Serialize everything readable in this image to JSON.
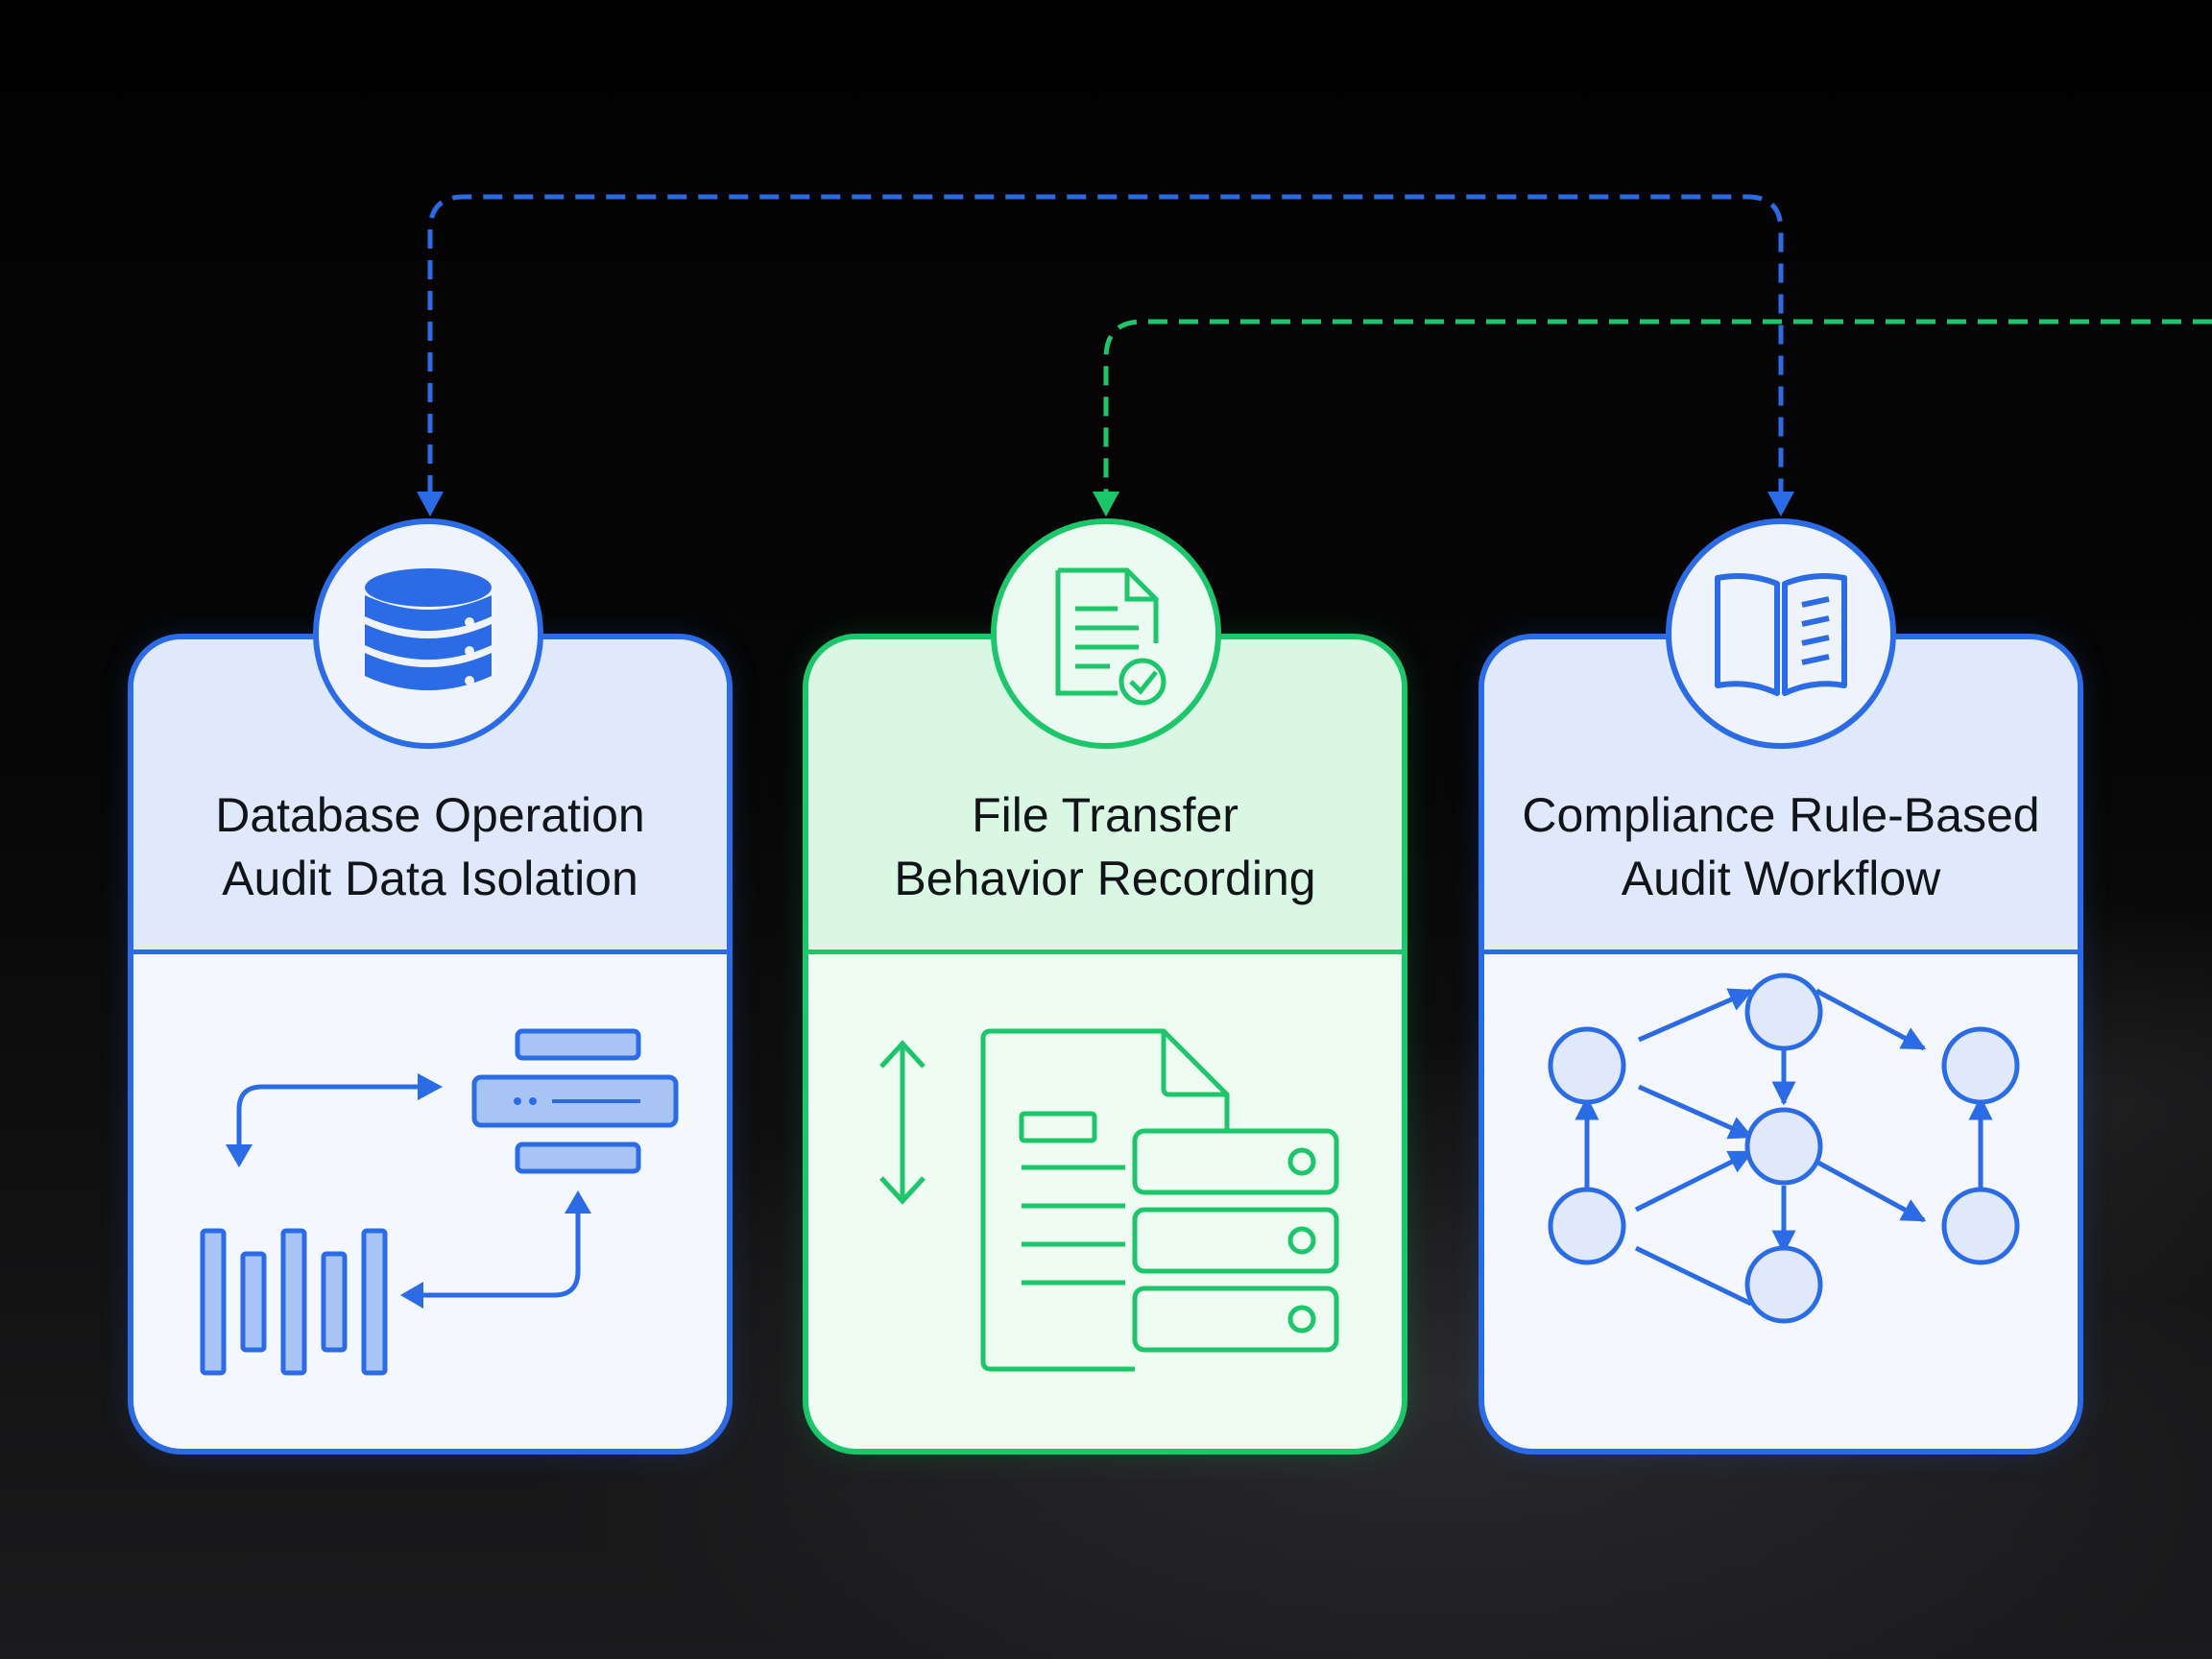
{
  "colors": {
    "blue": "#2c6be6",
    "green": "#1dc66b",
    "blue_fill": "#dfe9fb",
    "green_fill": "#d9f7e3"
  },
  "cards": [
    {
      "title_line1": "Database Operation",
      "title_line2": "Audit Data Isolation",
      "badge_icon": "database-icon",
      "body_icon": "data-isolation-flow-icon",
      "accent": "blue"
    },
    {
      "title_line1": "File Transfer",
      "title_line2": "Behavior Recording",
      "badge_icon": "document-check-icon",
      "body_icon": "file-transfer-server-icon",
      "accent": "green"
    },
    {
      "title_line1": "Compliance Rule-Based",
      "title_line2": "Audit Workflow",
      "badge_icon": "open-book-icon",
      "body_icon": "workflow-graph-icon",
      "accent": "blue"
    }
  ],
  "connectors": [
    {
      "style": "dashed",
      "color": "blue",
      "from": "card-1",
      "to": "card-3"
    },
    {
      "style": "dashed",
      "color": "green",
      "from": "off-page-right",
      "to": "card-2"
    }
  ]
}
